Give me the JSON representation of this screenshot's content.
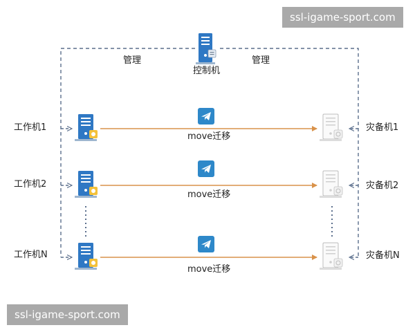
{
  "watermark_top": "ssl-igame-sport.com",
  "watermark_bottom": "ssl-igame-sport.com",
  "controller": {
    "label": "控制机",
    "manage_left": "管理",
    "manage_right": "管理"
  },
  "rows": [
    {
      "worker": "工作机1",
      "action": "move迁移",
      "standby": "灾备机1"
    },
    {
      "worker": "工作机2",
      "action": "move迁移",
      "standby": "灾备机2"
    },
    {
      "worker": "工作机N",
      "action": "move迁移",
      "standby": "灾备机N"
    }
  ],
  "colors": {
    "dashed_line": "#5a6e8c",
    "arrow_line": "#d9924a",
    "server_blue": "#2f78c4",
    "standby_gray": "#c8c8c8",
    "send_icon_blue": "#2e88c9"
  }
}
